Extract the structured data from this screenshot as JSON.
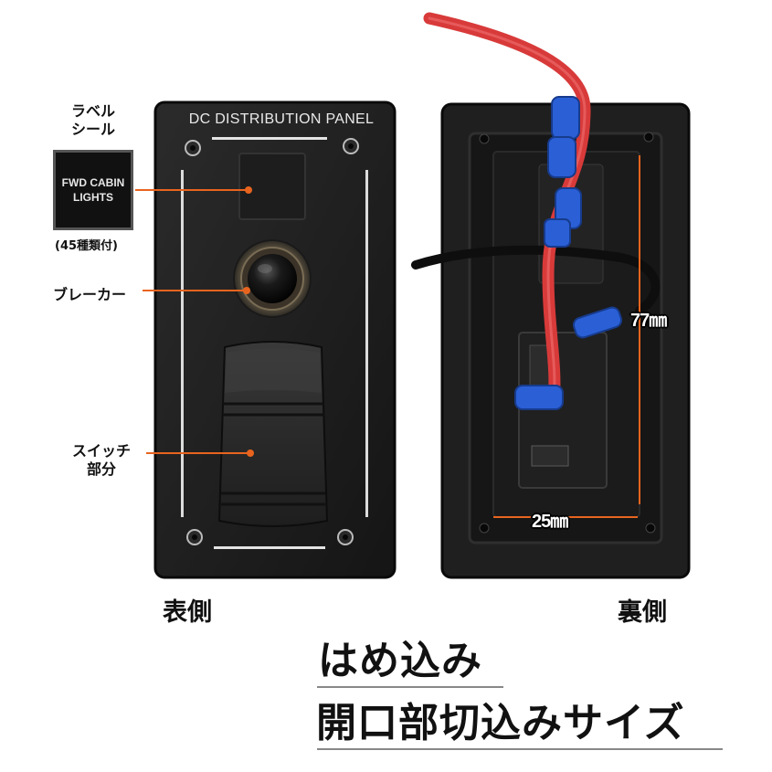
{
  "panel_front": {
    "title": "DC DISTRIBUTION PANEL"
  },
  "label_sticker": {
    "line1": "FWD CABIN",
    "line2": "LIGHTS"
  },
  "callouts": {
    "label_seal_line1": "ラベル",
    "label_seal_line2": "シール",
    "label_variants": "(45種類付)",
    "breaker": "ブレーカー",
    "switch_line1": "スイッチ",
    "switch_line2": "部分"
  },
  "dimensions": {
    "height": "77㎜",
    "width": "25㎜"
  },
  "captions": {
    "front": "表側",
    "back": "裏側"
  },
  "headline": {
    "line1": "はめ込み",
    "line2": "開口部切込みサイズ"
  },
  "colors": {
    "panel": "#1c1c1c",
    "accent_orange": "#e8641e",
    "wire_red": "#d83a3a",
    "connector_blue": "#2a5fd6"
  }
}
